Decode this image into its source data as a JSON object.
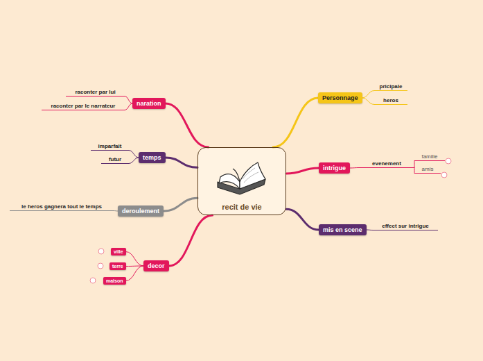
{
  "diagram": {
    "nodes": [
      {
        "text": [
          "recit de vie"
        ]
      },
      {
        "text": [
          "Personnage"
        ]
      },
      {
        "text": [
          "pricipale"
        ]
      },
      {
        "text": [
          "heros"
        ]
      },
      {
        "text": [
          "intrigue"
        ]
      },
      {
        "text": [
          "evenement"
        ]
      },
      {
        "text": [
          "famille"
        ]
      },
      {
        "text": [
          "amis"
        ]
      },
      {
        "text": [
          "mis en scene"
        ]
      },
      {
        "text": [
          "effect sur intrigue"
        ]
      },
      {
        "text": [
          "naration"
        ]
      },
      {
        "text": [
          "raconter par lui"
        ]
      },
      {
        "text": [
          "raconter par le narrateur"
        ]
      },
      {
        "text": [
          "temps"
        ]
      },
      {
        "text": [
          "imparfait"
        ]
      },
      {
        "text": [
          "futur"
        ]
      },
      {
        "text": [
          "deroulement"
        ]
      },
      {
        "text": [
          "le heros gagnera tout le temps"
        ]
      },
      {
        "text": [
          "decor"
        ]
      },
      {
        "text": [
          "ville"
        ]
      },
      {
        "text": [
          "terre"
        ]
      },
      {
        "text": [
          "maison"
        ]
      }
    ],
    "edges": [
      {
        "from": 0,
        "to": 1,
        "arrow": "none"
      },
      {
        "from": 1,
        "to": 2,
        "arrow": "none"
      },
      {
        "from": 1,
        "to": 3,
        "arrow": "none"
      },
      {
        "from": 0,
        "to": 4,
        "arrow": "none"
      },
      {
        "from": 4,
        "to": 5,
        "arrow": "none"
      },
      {
        "from": 5,
        "to": 6,
        "arrow": "none"
      },
      {
        "from": 5,
        "to": 7,
        "arrow": "none"
      },
      {
        "from": 0,
        "to": 8,
        "arrow": "none"
      },
      {
        "from": 8,
        "to": 9,
        "arrow": "none"
      },
      {
        "from": 0,
        "to": 10,
        "arrow": "none"
      },
      {
        "from": 10,
        "to": 11,
        "arrow": "none"
      },
      {
        "from": 10,
        "to": 12,
        "arrow": "none"
      },
      {
        "from": 0,
        "to": 13,
        "arrow": "none"
      },
      {
        "from": 13,
        "to": 14,
        "arrow": "none"
      },
      {
        "from": 13,
        "to": 15,
        "arrow": "none"
      },
      {
        "from": 0,
        "to": 16,
        "arrow": "none"
      },
      {
        "from": 16,
        "to": 17,
        "arrow": "none"
      },
      {
        "from": 0,
        "to": 18,
        "arrow": "none"
      },
      {
        "from": 18,
        "to": 19,
        "arrow": "none"
      },
      {
        "from": 18,
        "to": 20,
        "arrow": "none"
      },
      {
        "from": 18,
        "to": 21,
        "arrow": "none"
      }
    ]
  }
}
